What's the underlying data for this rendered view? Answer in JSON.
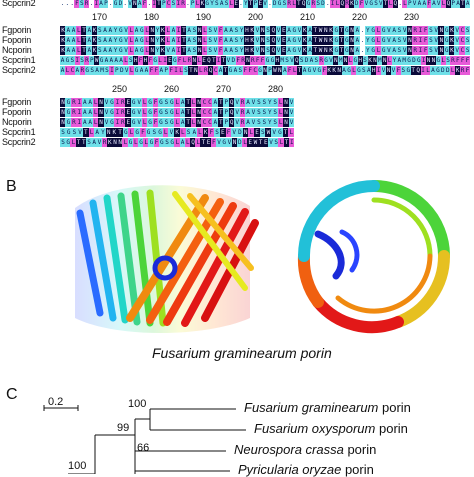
{
  "panelA": {
    "top_row_label": "Scpcrin2",
    "top_row_text": "...FSR.IAP.GD.VNAF.ITPCSIR.PLKGYSASLE.YTPEV.DGSRLTQGRSD.ILQRKDFVGSVTLQ.LPVAAFAVLQPATA",
    "ruler1": [
      "170",
      "180",
      "190",
      "200",
      "210",
      "220",
      "230"
    ],
    "ruler2": [
      "250",
      "260",
      "270",
      "280"
    ],
    "block1_names": [
      "Fgporin",
      "Foporin",
      "Ncporin",
      "Scpcrin1",
      "Scpcrin2"
    ],
    "block1_seqs": [
      "KAALTAKSAAYGVLAGLNYKLAITASNLSVFAASYHKVNSQVEAGVKATWNKGTGNA.YGLGVASVNRIFSVNGKVCS",
      "KAALTAKSAAYGVLAGLNYKLAITASNLSVFAASYHKVNSQVEAGVKATWNKGTGNA.YGLGVASVNRIFSVNGKVCS",
      "KAALTAKSAAYGVLAGLNYKVAITASNLSVFAASYHKVNSQVEAGVKATWNKGTGNA.YGLGVASVNRIFSVNGKVCS",
      "AGSISRPWGAAAALSHFHFGLIEGFLRNLEQTITVDFRNRFFGGHMSVQSDASRGVNMNLGHSKNMNLYAMGDGINNGLSRFFF",
      "ALCARGSAMSIPDVLGAAFFAPFILSTNLRQCATGASFFCGNPWNAFLTAGVGFKKNAGLGSAHIVNVFSGTQILAGDDLKRF"
    ],
    "block2_names": [
      "Fgporin",
      "Foporin",
      "Ncporin",
      "Scpcrin1",
      "Scpcrin2"
    ],
    "block2_seqs": [
      "NGRIAALNVGIREGVLGFGSGLATLNCCATPQVRAVSSYSLNV",
      "NGRIAALNVGIREGVLGFGSGLATLNCCATPQVRAVSSYSLNV",
      "NGRIAALNVGIREGVLGFGSGLATLNCCATPQVRAVSSYSLNV",
      "SGSVTLAYNKTGLGFGSGLVKLSALKFSEFVDNLESWVGTL",
      "SGLTTSAVRKNNLGLGLGFGSGLALQLTEFVGVNDLEWTEVSLTI"
    ]
  },
  "panelB": {
    "letter": "B",
    "caption": "Fusarium graminearum porin"
  },
  "panelC": {
    "letter": "C",
    "scale_label": "0.2",
    "leaves": [
      {
        "italic": "Fusarium graminearum",
        "plain": " porin"
      },
      {
        "italic": "Fusarium oxysporum",
        "plain": " porin"
      },
      {
        "italic": "Neurospora crassa",
        "plain": " porin"
      },
      {
        "italic": "Pyricularia oryzae",
        "plain": " porin"
      }
    ],
    "bootstraps": [
      "100",
      "99",
      "66",
      "100"
    ]
  },
  "colors": {
    "black_block": "#0b0b3a",
    "magenta_block": "#e85ad8",
    "cyan_block": "#6fe0e8"
  }
}
